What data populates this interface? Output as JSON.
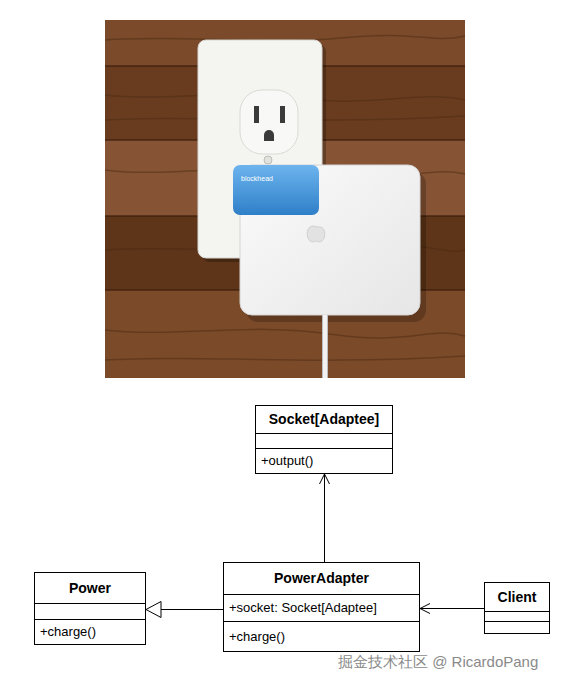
{
  "diagram": {
    "nodes": [
      {
        "text": [
          "Socket[Adaptee]",
          "+output()"
        ]
      },
      {
        "text": [
          "Power",
          "+charge()"
        ]
      },
      {
        "text": [
          "PowerAdapter",
          "+socket: Socket[Adaptee]",
          "+charge()"
        ]
      },
      {
        "text": [
          "Client"
        ]
      }
    ],
    "edges": [
      {
        "from": 2,
        "to": 0,
        "arrow": "to"
      },
      {
        "from": 2,
        "to": 1,
        "arrow": "to"
      },
      {
        "from": 3,
        "to": 2,
        "arrow": "to"
      }
    ],
    "labels": [
      "blockhead",
      "掘金技术社区 @ RicardoPang"
    ]
  }
}
